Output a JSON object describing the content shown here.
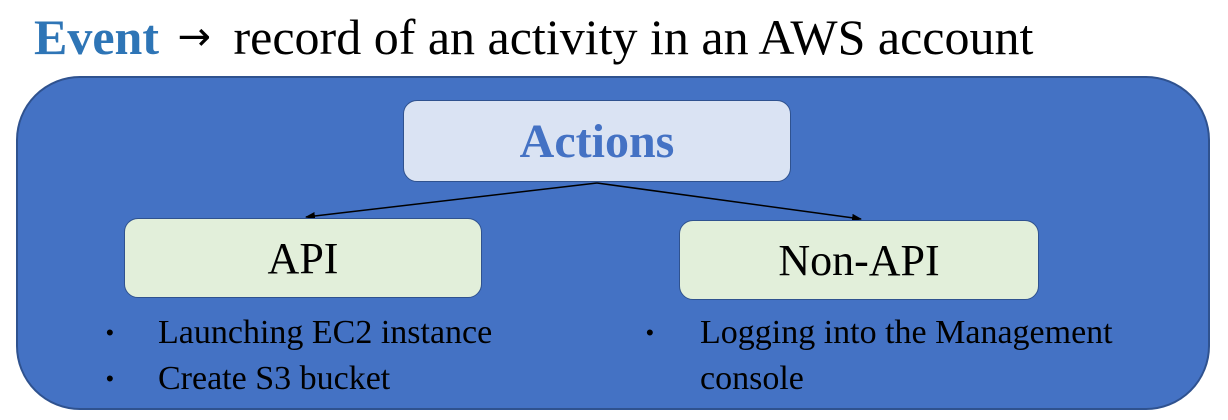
{
  "heading": {
    "term": "Event",
    "arrow_icon": "right-arrow-icon",
    "definition": "record of an activity in an AWS account"
  },
  "diagram": {
    "root": {
      "label": "Actions"
    },
    "children": [
      {
        "label": "API",
        "examples": [
          "Launching EC2 instance",
          "Create S3 bucket"
        ]
      },
      {
        "label": "Non-API",
        "examples": [
          "Logging into the Management console"
        ]
      }
    ]
  },
  "colors": {
    "term": "#2e75b6",
    "panel": "#4472c4",
    "panel_border": "#2f528f",
    "root_box": "#dae3f3",
    "root_text": "#4472c4",
    "child_box": "#e2efda"
  }
}
